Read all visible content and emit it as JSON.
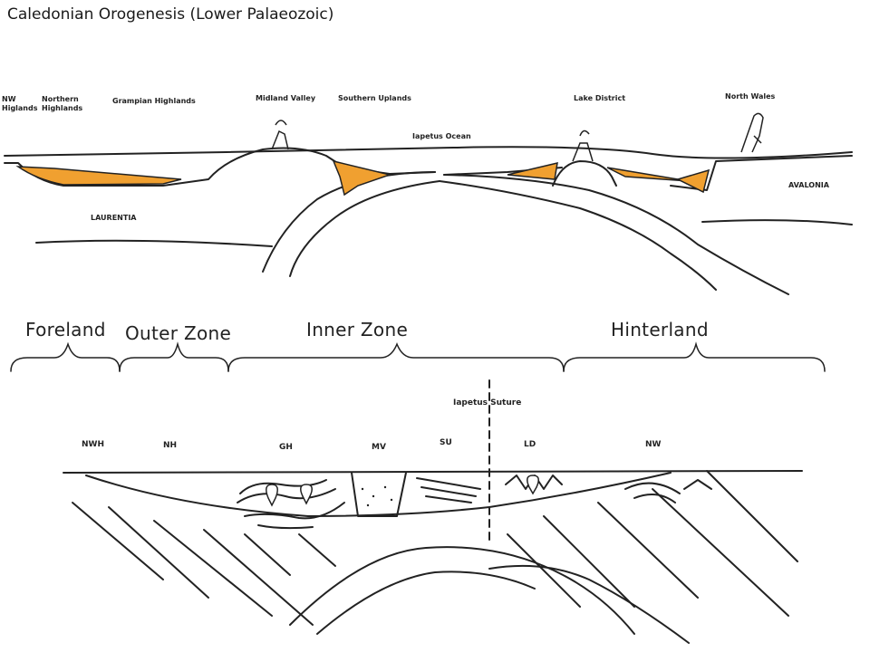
{
  "title": "Caledonian Orogenesis (Lower Palaeozoic)",
  "top_section": {
    "labels": {
      "nw_highlands_1": "NW",
      "nw_highlands_2": "Higlands",
      "northern_highlands_1": "Northern",
      "northern_highlands_2": "Highlands",
      "grampian": "Grampian Highlands",
      "midland_valley": "Midland Valley",
      "southern_uplands": "Southern Uplands",
      "iapetus_ocean": "Iapetus Ocean",
      "lake_district": "Lake District",
      "north_wales": "North Wales",
      "laurentia": "LAURENTIA",
      "avalonia": "AVALONIA"
    }
  },
  "zones": {
    "foreland": "Foreland",
    "outer": "Outer Zone",
    "inner": "Inner Zone",
    "hinterland": "Hinterland"
  },
  "bottom_section": {
    "suture": "Iapetus Suture",
    "labels": {
      "nwh": "NWH",
      "nh": "NH",
      "gh": "GH",
      "mv": "MV",
      "su": "SU",
      "ld": "LD",
      "nw": "NW"
    }
  },
  "colors": {
    "sediment": "#f0a030",
    "line": "#222222"
  }
}
